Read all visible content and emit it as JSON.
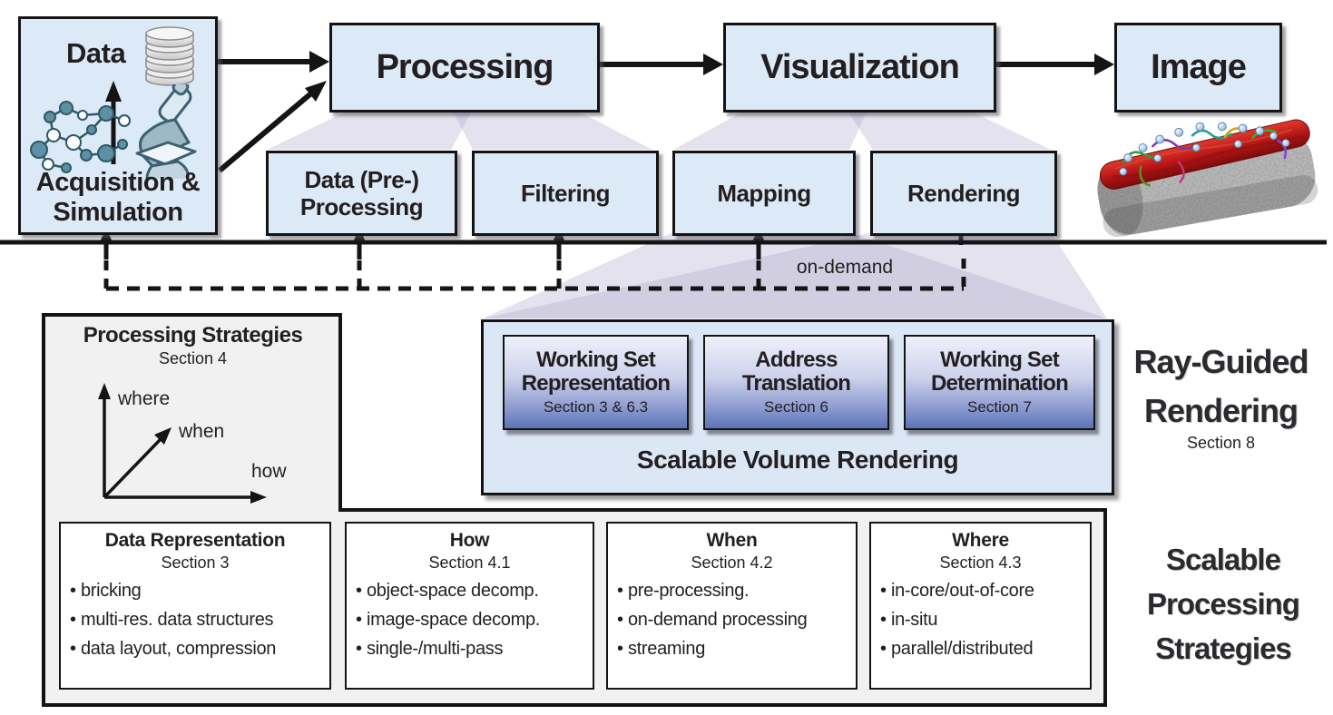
{
  "acquisition": {
    "data_label": "Data",
    "caption_line1": "Acquisition &",
    "caption_line2": "Simulation"
  },
  "stages": {
    "processing": "Processing",
    "visualization": "Visualization",
    "image": "Image"
  },
  "substages": {
    "data_pre_line1": "Data (Pre-)",
    "data_pre_line2": "Processing",
    "filtering": "Filtering",
    "mapping": "Mapping",
    "rendering": "Rendering"
  },
  "feedback": {
    "on_demand": "on-demand"
  },
  "processing_strategies": {
    "title": "Processing Strategies",
    "section": "Section 4",
    "axis_vertical": "where",
    "axis_diagonal": "when",
    "axis_horizontal": "how"
  },
  "svr": {
    "title": "Scalable Volume Rendering",
    "modules": [
      {
        "line1": "Working Set",
        "line2": "Representation",
        "section": "Section 3 & 6.3"
      },
      {
        "line1": "Address",
        "line2": "Translation",
        "section": "Section 6"
      },
      {
        "line1": "Working Set",
        "line2": "Determination",
        "section": "Section 7"
      }
    ]
  },
  "ray_guided": {
    "line1": "Ray-Guided",
    "line2": "Rendering",
    "section": "Section 8"
  },
  "strategy_boxes": [
    {
      "title": "Data Representation",
      "section": "Section 3",
      "bullets": [
        "bricking",
        "multi-res. data structures",
        "data layout, compression"
      ]
    },
    {
      "title": "How",
      "section": "Section 4.1",
      "bullets": [
        "object-space decomp.",
        "image-space decomp.",
        "single-/multi-pass"
      ]
    },
    {
      "title": "When",
      "section": "Section 4.2",
      "bullets": [
        "pre-processing.",
        "on-demand processing",
        "streaming"
      ]
    },
    {
      "title": "Where",
      "section": "Section 4.3",
      "bullets": [
        "in-core/out-of-core",
        "in-situ",
        "parallel/distributed"
      ]
    }
  ],
  "scalable_processing": {
    "line1": "Scalable",
    "line2": "Processing",
    "line3": "Strategies"
  },
  "icons": {
    "acquisition": [
      "molecule-icon",
      "microscope-icon",
      "database-icon"
    ],
    "result_preview": "volume-rendering-image"
  },
  "colors": {
    "stage_box_fill": "#dce9f6",
    "module_gradient_top": "#eef0fa",
    "module_gradient_bottom": "#5c73b6",
    "container_fill": "#f1f1f1",
    "funnel": "#a79fc7",
    "ink": "#231f20",
    "vessel_red": "#c41b1b"
  }
}
